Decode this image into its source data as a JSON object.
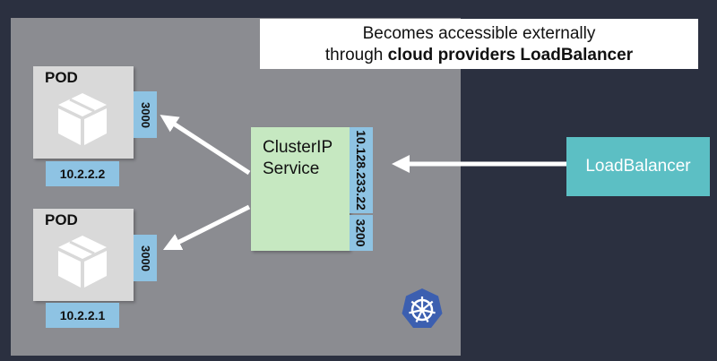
{
  "callout": {
    "line1": "Becomes accessible externally",
    "line2_prefix": "through ",
    "line2_bold": "cloud providers LoadBalancer"
  },
  "pods": [
    {
      "label": "POD",
      "port": "3000",
      "ip": "10.2.2.2"
    },
    {
      "label": "POD",
      "port": "3000",
      "ip": "10.2.2.1"
    }
  ],
  "service": {
    "label_line1": "ClusterIP",
    "label_line2": "Service",
    "ip": "10.128.233.22",
    "port": "3200"
  },
  "load_balancer": {
    "label": "LoadBalancer"
  },
  "icons": {
    "pod": "cube-icon",
    "logo": "kubernetes-logo-icon"
  },
  "colors": {
    "background": "#2b3040",
    "cluster": "#8b8c91",
    "pod": "#d9d9d9",
    "tag": "#8ec3e3",
    "service": "#c6e8c1",
    "load_balancer": "#5cbfc4",
    "k8s_logo": "#3c5fb0"
  }
}
